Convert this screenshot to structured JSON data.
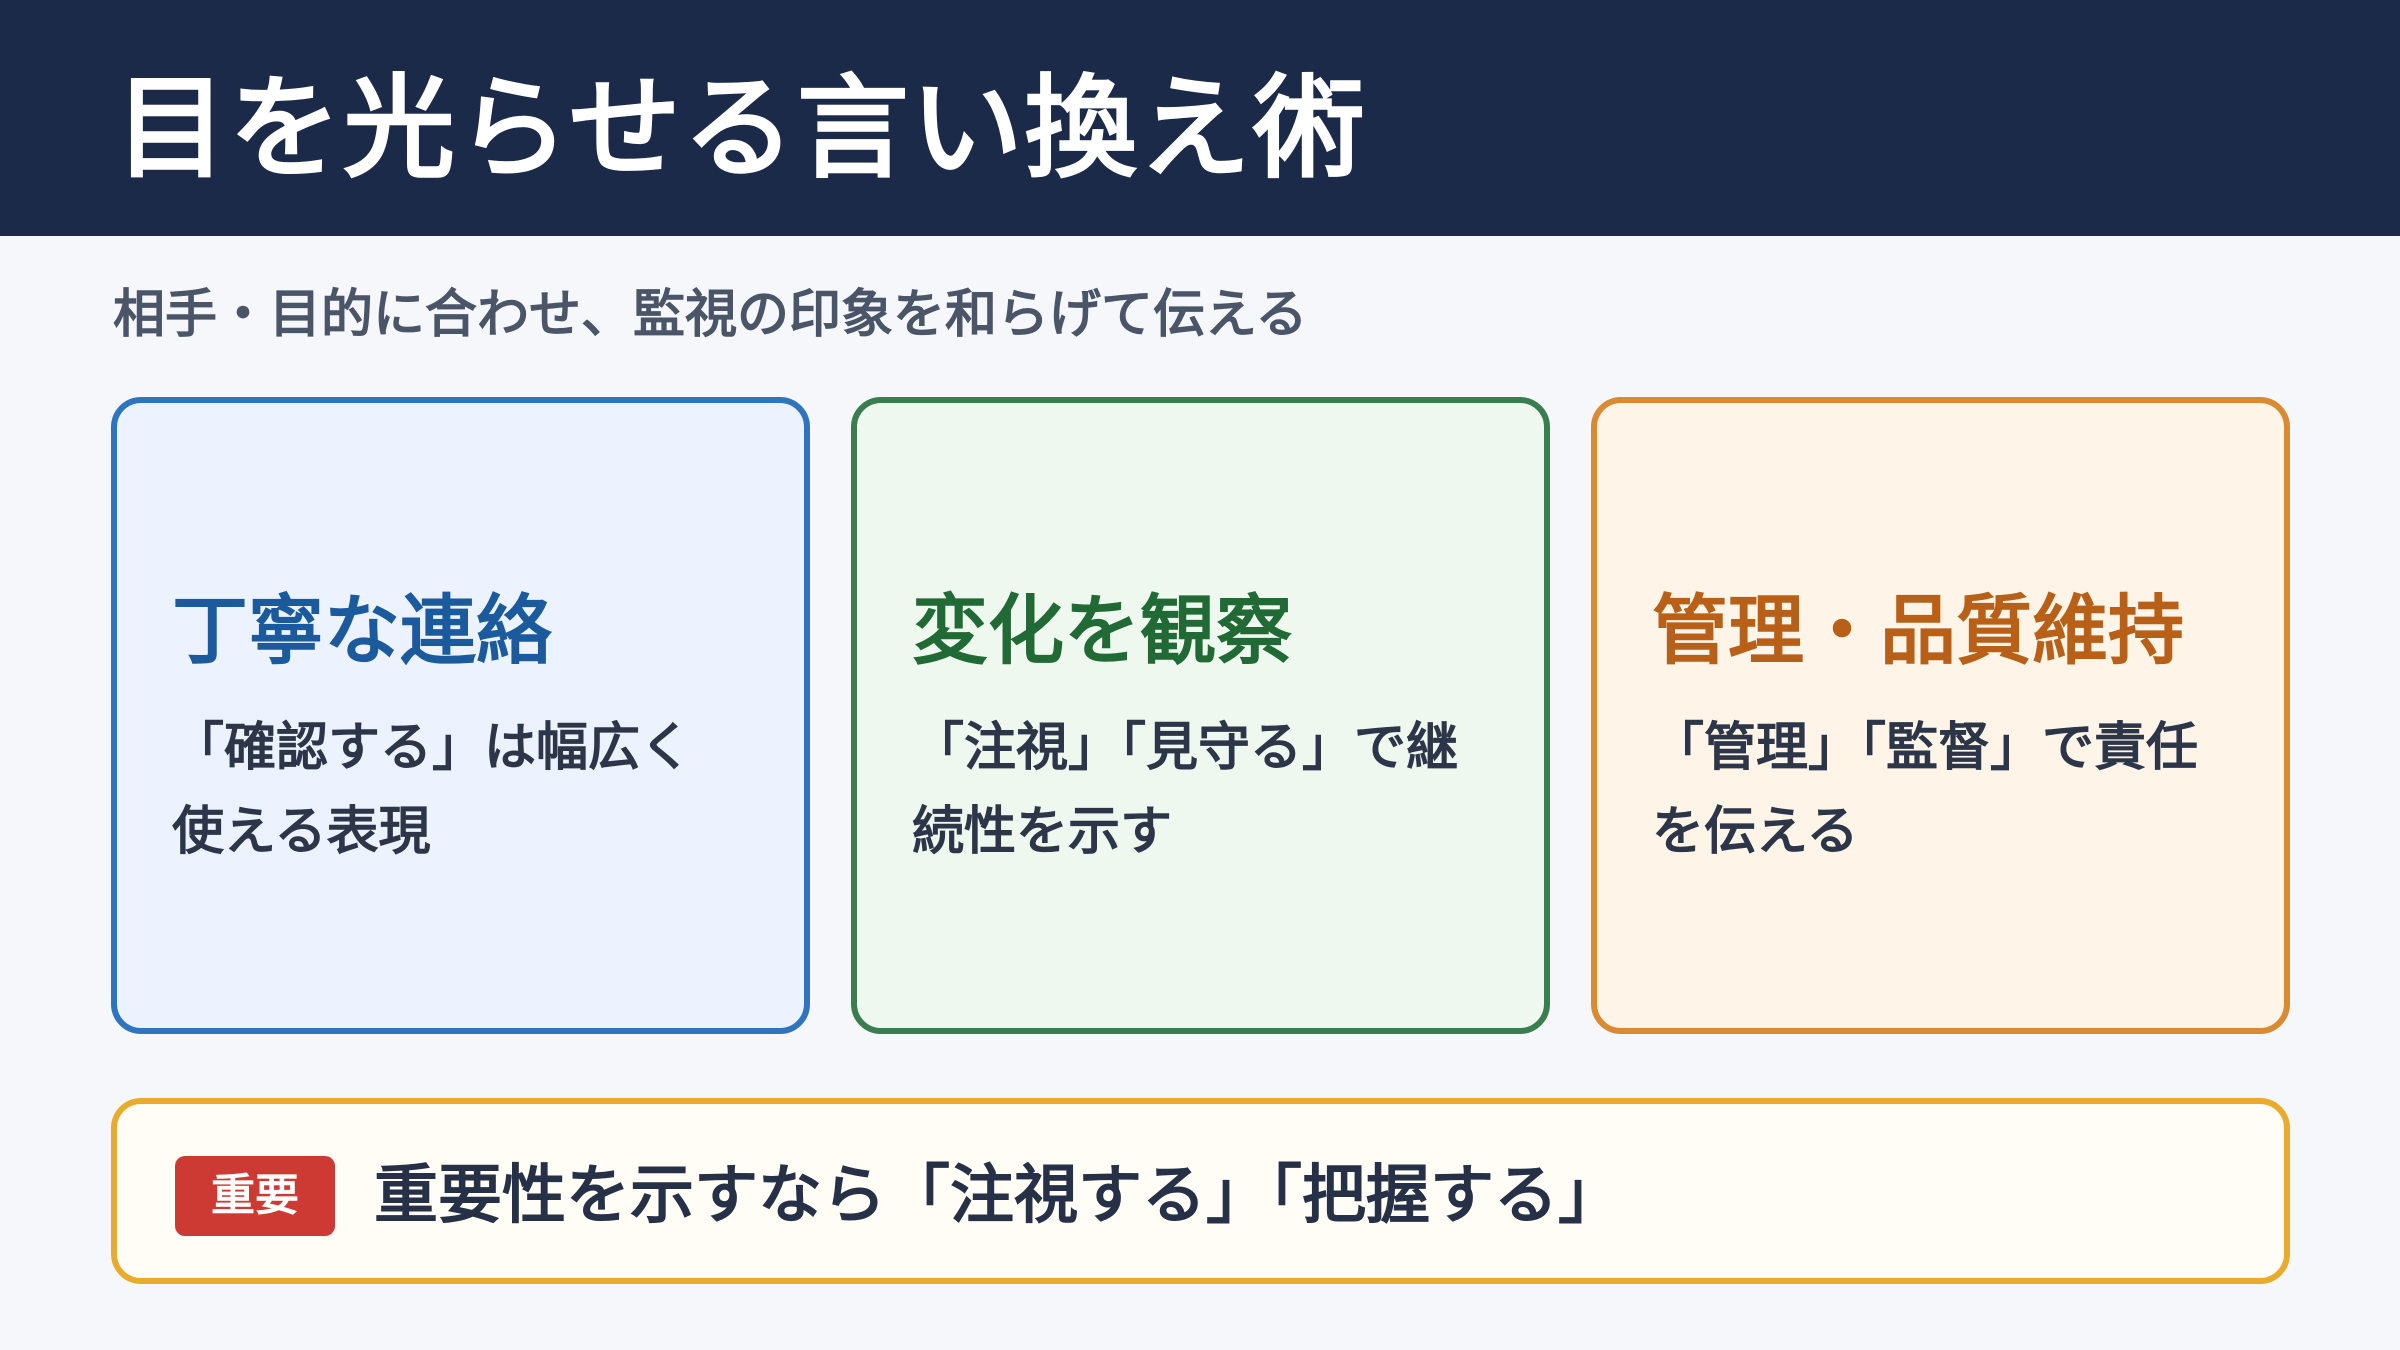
{
  "header": {
    "title": "目を光らせる言い換え術"
  },
  "subtitle": "相手・目的に合わせ、監視の印象を和らげて伝える",
  "cards": [
    {
      "title": "丁寧な連絡",
      "body": "「確認する」は幅広く使える表現",
      "accent": "#2e74bf"
    },
    {
      "title": "変化を観察",
      "body": "「注視」「見守る」で継続性を示す",
      "accent": "#3a7d4e"
    },
    {
      "title": "管理・品質維持",
      "body": "「管理」「監督」で責任を伝える",
      "accent": "#d98a33"
    }
  ],
  "callout": {
    "badge": "重要",
    "text": "重要性を示すなら「注視する」「把握する」",
    "accent": "#e8ab2c",
    "badge_color": "#cc3a33"
  }
}
